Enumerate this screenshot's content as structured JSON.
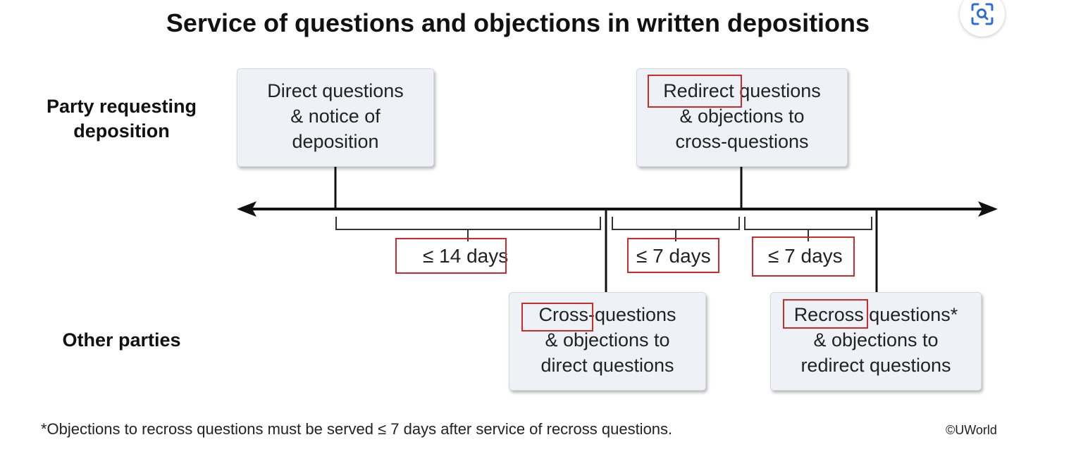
{
  "title": "Service of questions and objections in written depositions",
  "row_labels": {
    "top": "Party requesting\ndeposition",
    "bottom": "Other parties"
  },
  "boxes": {
    "direct": [
      "Direct questions",
      "& notice of",
      "deposition"
    ],
    "redirect": [
      "Redirect questions",
      "& objections to",
      "cross-questions"
    ],
    "cross": [
      "Cross-questions",
      "& objections to",
      "direct questions"
    ],
    "recross": [
      "Recross questions*",
      "& objections to",
      "redirect questions"
    ]
  },
  "intervals": [
    "≤ 14 days",
    "≤ 7 days",
    "≤ 7 days"
  ],
  "footnote": "*Objections to recross questions must be served ≤ 7 days after service of recross questions.",
  "copyright": "©UWorld",
  "icons": {
    "lens": "visual-search-icon"
  },
  "colors": {
    "box_fill": "#eef1f5",
    "highlight": "#cc2b2b",
    "axis": "#111111",
    "lens_icon": "#2b6fd6"
  }
}
